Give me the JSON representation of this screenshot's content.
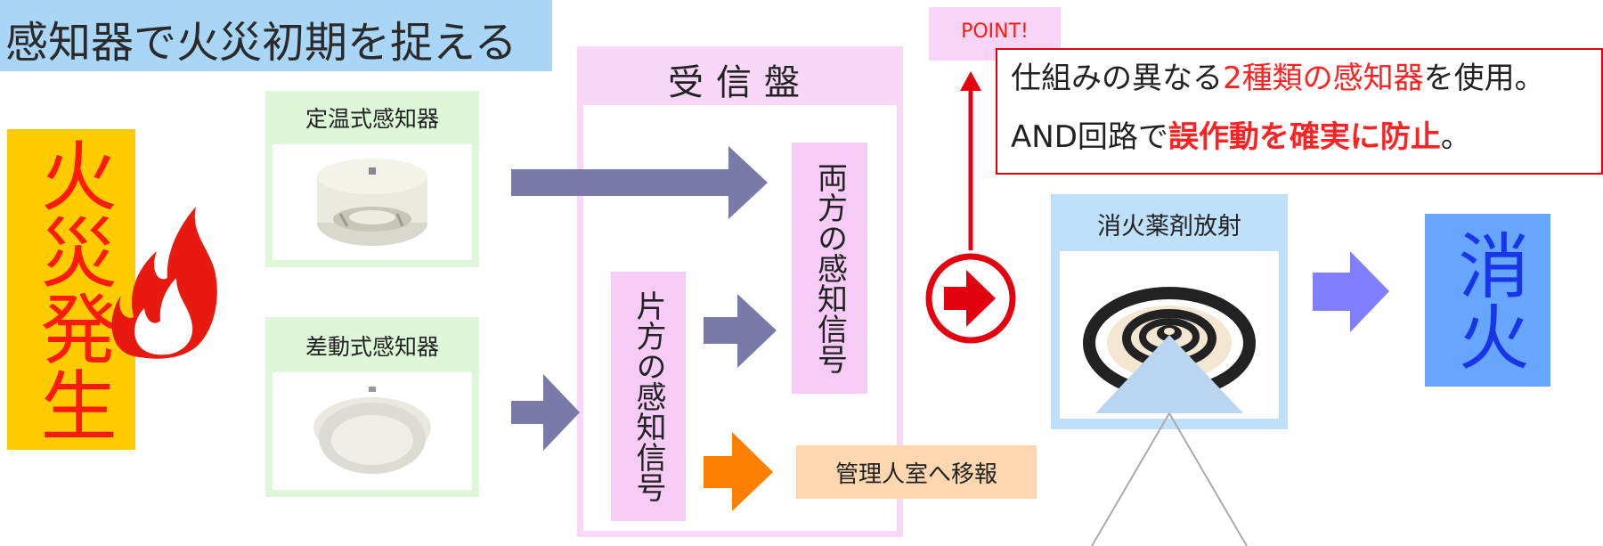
{
  "title": "感知器で火災初期を捉える",
  "fire_event": "火災発生",
  "sensors": {
    "fixed_temp": "定温式感知器",
    "rate_of_rise": "差動式感知器"
  },
  "panel": {
    "label": "受信盤",
    "one_signal": "片方の感知信号",
    "both_signal": "両方の感知信号",
    "notify": "管理人室へ移報"
  },
  "point": {
    "tag": "POINT!",
    "line1_pre": "仕組みの異なる",
    "line1_red": "2種類の感知器",
    "line1_post": "を使用。",
    "line2_pre": "AND回路で",
    "line2_red": "誤作動を確実に防止",
    "line2_post": "。"
  },
  "discharge": "消火薬剤放射",
  "result": "消火",
  "colors": {
    "title_bg": "#a9d5f7",
    "fire_bg": "#ffcc00",
    "fire_text": "#ff1a0a",
    "sensor_bg": "#dff7d9",
    "panel_bg": "#f9d7f9",
    "signal_bg": "#f6ccf6",
    "notify_bg": "#fdd7b0",
    "discharge_bg": "#bfe0fb",
    "result_bg": "#66a6ff",
    "flow_arrow": "#7a7aa8",
    "notify_arrow": "#ff7f00",
    "point_red": "#e3000f",
    "final_arrow": "#7f7fff"
  }
}
